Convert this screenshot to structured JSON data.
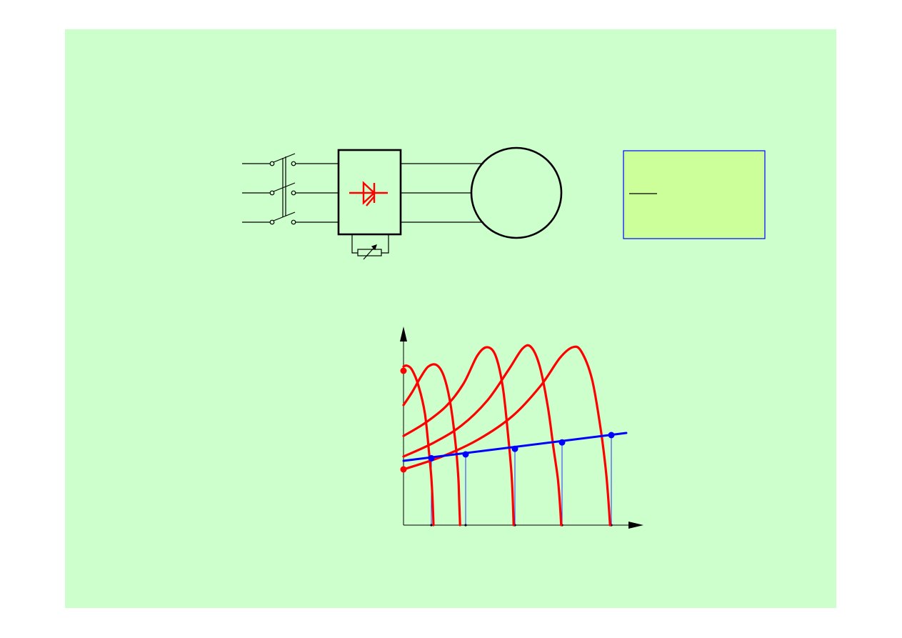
{
  "colors": {
    "slide_background": "#ccffcc",
    "note_box_fill": "#ccff99",
    "note_box_border": "#0000ff",
    "thyristor": "#ff0000",
    "torque_curves": "#ff0000",
    "load_line": "#0000ff",
    "operating_points": "#0000ff",
    "start_points": "#ff0000",
    "ink": "#000000"
  },
  "circuit": {
    "supply_phases": 3,
    "converter_symbol": "thyristor-icon",
    "control_element": "variable-resistor-icon",
    "motor_symbol": "motor-circle-icon"
  },
  "chart_data": {
    "type": "line",
    "title": "",
    "xlabel": "",
    "ylabel": "",
    "xlim": [
      0,
      5.4
    ],
    "ylim": [
      0,
      4.6
    ],
    "grid": false,
    "legend": "none",
    "series": [
      {
        "color": "#ff0000",
        "points": [
          [
            0,
            3.7
          ],
          [
            0.08,
            3.72
          ],
          [
            0.2,
            3.62
          ],
          [
            0.35,
            3.25
          ],
          [
            0.5,
            2.6
          ],
          [
            0.6,
            1.65
          ],
          [
            0.65,
            1.1
          ],
          [
            0.68,
            0.55
          ],
          [
            0.7,
            0
          ]
        ]
      },
      {
        "color": "#ff0000",
        "points": [
          [
            0,
            2.8
          ],
          [
            0.2,
            3.1
          ],
          [
            0.4,
            3.45
          ],
          [
            0.58,
            3.7
          ],
          [
            0.78,
            3.73
          ],
          [
            0.95,
            3.45
          ],
          [
            1.1,
            2.8
          ],
          [
            1.22,
            1.85
          ],
          [
            1.28,
            1.1
          ],
          [
            1.3,
            0.55
          ],
          [
            1.32,
            0
          ]
        ]
      },
      {
        "color": "#ff0000",
        "points": [
          [
            0,
            2.08
          ],
          [
            0.5,
            2.38
          ],
          [
            1.0,
            2.78
          ],
          [
            1.4,
            3.3
          ],
          [
            1.72,
            3.95
          ],
          [
            1.95,
            4.15
          ],
          [
            2.15,
            3.95
          ],
          [
            2.32,
            3.2
          ],
          [
            2.45,
            2.0
          ],
          [
            2.52,
            1.2
          ],
          [
            2.55,
            0.6
          ],
          [
            2.57,
            0
          ]
        ]
      },
      {
        "color": "#ff0000",
        "points": [
          [
            0,
            1.6
          ],
          [
            0.7,
            1.92
          ],
          [
            1.35,
            2.32
          ],
          [
            1.95,
            2.9
          ],
          [
            2.45,
            3.62
          ],
          [
            2.78,
            4.12
          ],
          [
            2.98,
            4.15
          ],
          [
            3.18,
            3.7
          ],
          [
            3.37,
            2.75
          ],
          [
            3.5,
            1.8
          ],
          [
            3.6,
            1.1
          ],
          [
            3.65,
            0.5
          ],
          [
            3.68,
            0
          ]
        ]
      },
      {
        "color": "#ff0000",
        "points": [
          [
            0,
            1.3
          ],
          [
            0.9,
            1.6
          ],
          [
            1.75,
            2.0
          ],
          [
            2.55,
            2.55
          ],
          [
            3.2,
            3.25
          ],
          [
            3.65,
            3.9
          ],
          [
            3.95,
            4.15
          ],
          [
            4.15,
            4.05
          ],
          [
            4.4,
            3.4
          ],
          [
            4.6,
            2.25
          ],
          [
            4.72,
            1.3
          ],
          [
            4.78,
            0.6
          ],
          [
            4.82,
            0
          ]
        ]
      },
      {
        "color": "#0000ff",
        "points": [
          [
            0,
            1.5
          ],
          [
            5.2,
            2.15
          ]
        ]
      }
    ],
    "operating_points": [
      [
        0.65,
        1.56
      ],
      [
        1.45,
        1.65
      ],
      [
        2.6,
        1.78
      ],
      [
        3.7,
        1.93
      ],
      [
        4.85,
        2.1
      ]
    ],
    "starting_points": [
      [
        0,
        3.6
      ],
      [
        0,
        1.3
      ]
    ],
    "x_ticks": [
      0.65,
      1.45,
      2.6,
      3.7,
      4.85
    ]
  }
}
